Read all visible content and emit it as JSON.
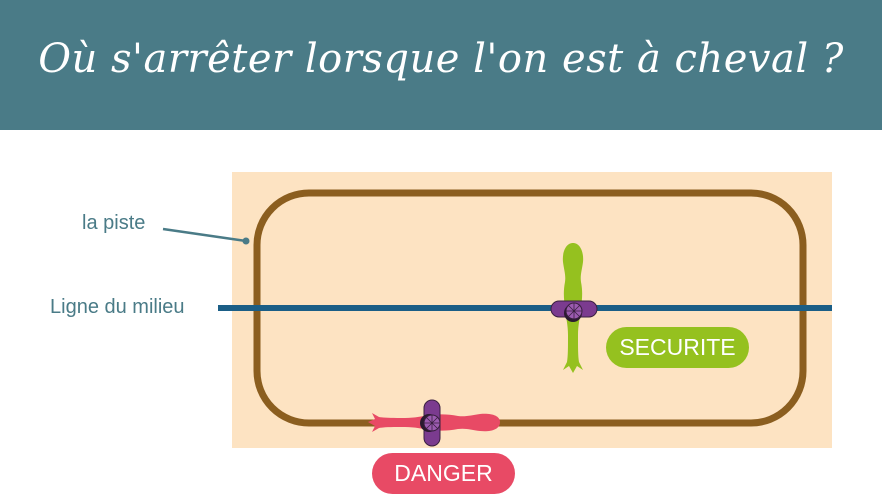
{
  "header": {
    "title": "Où s'arrêter lorsque l'on est à cheval ?"
  },
  "labels": {
    "track": "la piste",
    "middle_line": "Ligne du milieu"
  },
  "badges": {
    "safe": "SECURITE",
    "danger": "DANGER"
  },
  "colors": {
    "header": "#4a7b87",
    "arena": "#fde3c2",
    "track": "#8b5e1f",
    "middle_line": "#1b5e86",
    "safe": "#95c11f",
    "danger": "#e84a65",
    "rider": "#7b3b8f"
  }
}
